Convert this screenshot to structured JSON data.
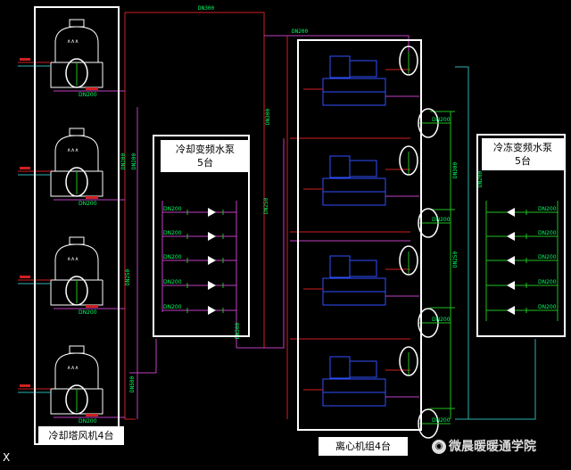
{
  "labels": {
    "tower": "冷却塔风机4台",
    "cooling_pump_l1": "冷却变频水泵",
    "cooling_pump_l2": "5台",
    "chiller": "离心机组4台",
    "chilled_pump_l1": "冷冻变频水泵",
    "chilled_pump_l2": "5台"
  },
  "pipe_labels": {
    "dn300": "DN300",
    "dn250": "DN250",
    "dn200": "DN200",
    "dn500": "DN500"
  },
  "watermark": "微晨暖暖通学院",
  "corner_mark": "X",
  "colors": {
    "background": "#000000",
    "box": "#ffffff",
    "pipe_red": "#d02020",
    "pipe_magenta": "#c040c0",
    "pipe_cyan": "#30b0b0",
    "pipe_green": "#20c020",
    "equipment_blue": "#3050ff",
    "highlight_circle": "#ffffff",
    "pipe_label": "#00ff66"
  }
}
